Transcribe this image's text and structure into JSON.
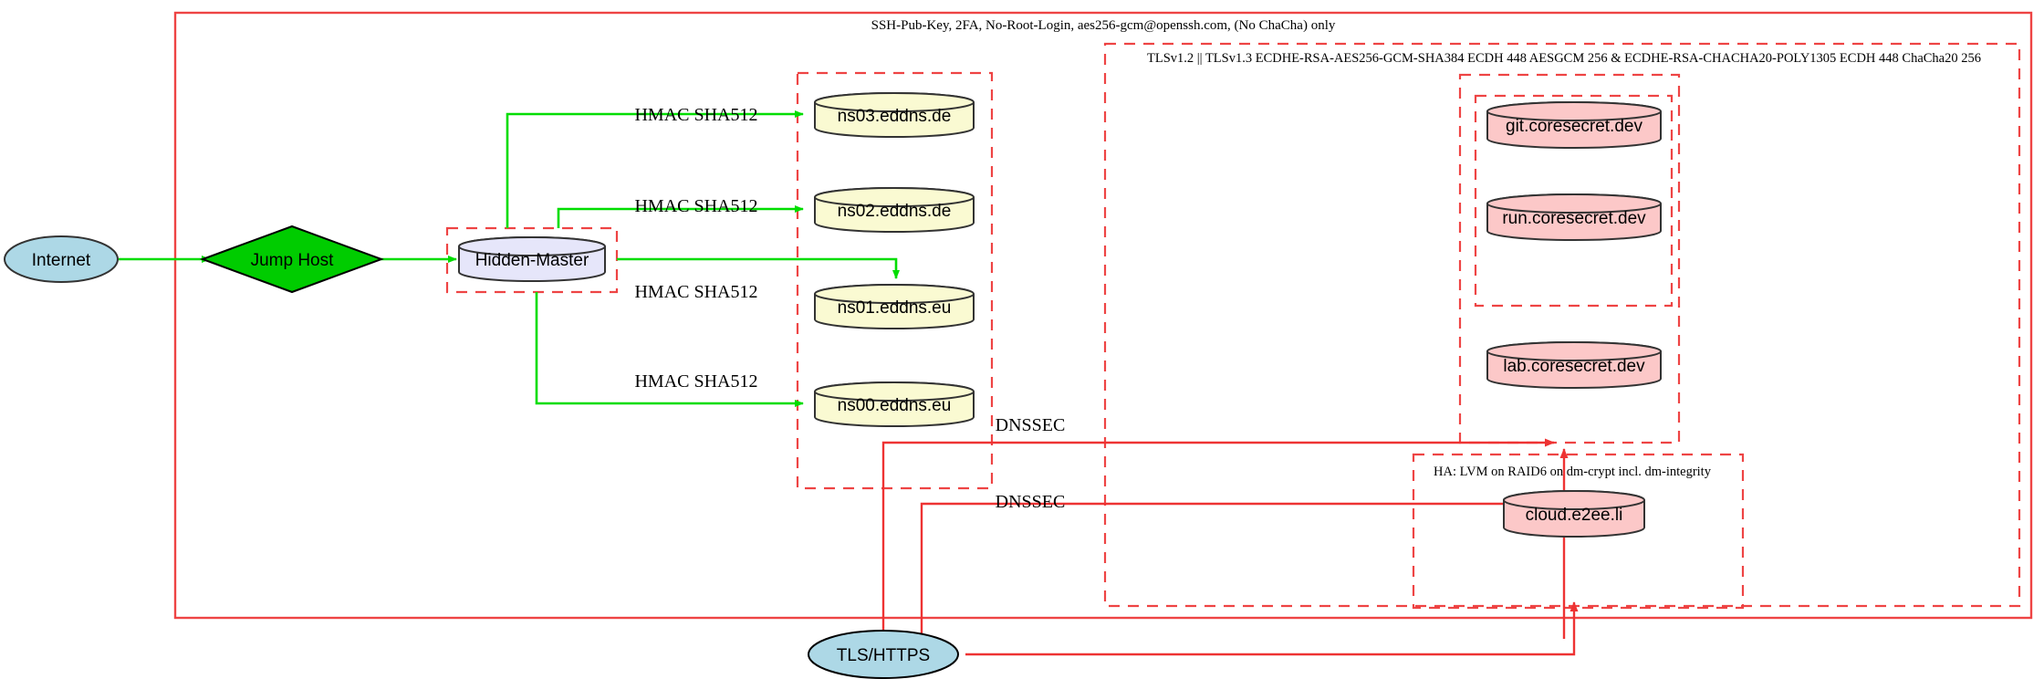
{
  "diagram": {
    "title_zones": {
      "outer_ssh_zone_label": "SSH-Pub-Key, 2FA, No-Root-Login, aes256-gcm@openssh.com, (No ChaCha) only",
      "tls_zone_label": "TLSv1.2 || TLSv1.3 ECDHE-RSA-AES256-GCM-SHA384 ECDH 448 AESGCM 256 & ECDHE-RSA-CHACHA20-POLY1305 ECDH 448 ChaCha20 256",
      "ha_zone_label": "HA: LVM on RAID6 on dm-crypt incl. dm-integrity"
    },
    "nodes": {
      "internet": {
        "label": "Internet",
        "shape": "ellipse",
        "fill": "#add8e6"
      },
      "jump_host": {
        "label": "Jump Host",
        "shape": "diamond",
        "fill": "#00cc00"
      },
      "hidden_master": {
        "label": "Hidden-Master",
        "shape": "cylinder",
        "fill": "#e6e6fa"
      },
      "ns03": {
        "label": "ns03.eddns.de",
        "shape": "cylinder",
        "fill": "#fafad2"
      },
      "ns02": {
        "label": "ns02.eddns.de",
        "shape": "cylinder",
        "fill": "#fafad2"
      },
      "ns01": {
        "label": "ns01.eddns.eu",
        "shape": "cylinder",
        "fill": "#fafad2"
      },
      "ns00": {
        "label": "ns00.eddns.eu",
        "shape": "cylinder",
        "fill": "#fafad2"
      },
      "git": {
        "label": "git.coresecret.dev",
        "shape": "cylinder",
        "fill": "#fcc8c8"
      },
      "run": {
        "label": "run.coresecret.dev",
        "shape": "cylinder",
        "fill": "#fcc8c8"
      },
      "lab": {
        "label": "lab.coresecret.dev",
        "shape": "cylinder",
        "fill": "#fcc8c8"
      },
      "cloud": {
        "label": "cloud.e2ee.li",
        "shape": "cylinder",
        "fill": "#fcc8c8"
      },
      "tls_https": {
        "label": "TLS/HTTPS",
        "shape": "ellipse",
        "fill": "#add8e6"
      }
    },
    "edge_labels": {
      "hmac_ns03": "HMAC SHA512",
      "hmac_ns02": "HMAC SHA512",
      "hmac_ns01": "HMAC SHA512",
      "hmac_ns00": "HMAC SHA512",
      "dnssec_upper": "DNSSEC",
      "dnssec_lower": "DNSSEC"
    },
    "colors": {
      "zone_border": "#ee4444",
      "green_edge": "#00dd00",
      "red_edge": "#ee3333",
      "node_stroke": "#333333"
    }
  }
}
